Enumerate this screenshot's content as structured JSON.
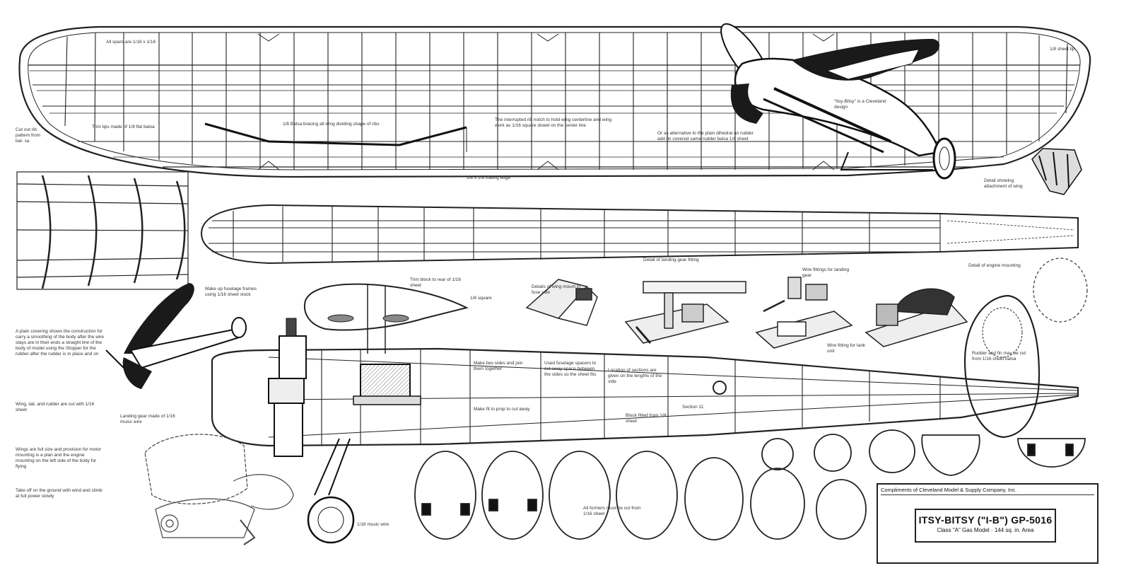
{
  "title_block": {
    "company": "Compliments of Cleveland Model & Supply Company, Inc.",
    "fine_print": "",
    "title": "ITSY-BITSY (\"I-B\") GP-5016",
    "subtitle": "Class \"A\" Gas Model · 144 sq. in. Area",
    "footer": "",
    "ref": ""
  },
  "notes": {
    "wing_spar_top": "All spars are 1/16 x 1/16",
    "wing_tips": "Trim tips made of 1/8 flat balsa",
    "wing_bend": "1/8 Balsa bracing   all wing dividing   shape of ribs",
    "wing_center": "The interrupted rib notch to hold wing   centerline and wing work as 1/16 square   dowel on the center line",
    "wing_right": "Or as alternative to the plain dihedral   an rudder add fin covered   same rudder   balsa 1/8 sheet",
    "wing_lead": "1/8 x 1/8 trailing edge",
    "right_tip": "1/8 sheet tip",
    "left_margin": "Cut out   rib   pattern   from   bal-   sa",
    "drawing_caption": "\"Itsy-Bitsy\" is a   Cleveland design",
    "detail_wing_clip": "Detail showing   attachment of wing",
    "fus_top_left": "Make up fuselage   frames using 1/16   sheet stock",
    "cabin_top": "Trim block to rear   of 1/16 sheet",
    "cabin_label": "1/8 square",
    "detail_wing_mount": "Details of wing mount   in fuse side",
    "detail_landing": "Detail of landing   gear fitting",
    "detail_fitting": "Wire fittings for   landing gear",
    "detail_tank": "Wire fitting for   tank unit",
    "detail_engine": "Detail of engine   mounting",
    "rudder_note": "Rudder and fin   may be cut from   1/16 sheet balsa",
    "fus_note1": "Make two sides   and join them together",
    "fus_note2": "Used fuselage spacers   to cut away space   between the sides   so the sheet fits",
    "fus_note3": "Location of sections   are given on the   lengths of the side",
    "fus_note4": "Block fitted from   1/8 sheet",
    "fus_note5": "Section  11",
    "fus_note6": "Make fit to prop   to cut away",
    "fus_bottom_note": "Landing gear made   of 1/16 music wire",
    "gear_label": "1/16 music wire",
    "formers_note": "All formers must be   cut from 1/16 sheet",
    "text_col_1": "A plain covering shows the   construction for carry a   smoothing of the body   after the wire stays   are in their ends a   straight line   of the body of model   using the Stopper   for the rubber   after the rudder is   in place   and on",
    "text_col_2": "Wing, tail, and rudder   are cut with 1/16 sheet",
    "text_col_3": "Wings are full size   and provision for   motor mounting is   a plan and the   engine mounting   on the left side   of the body   for flying",
    "text_col_4": "Take off on the   ground with wind   and climb at   full power slowly"
  }
}
